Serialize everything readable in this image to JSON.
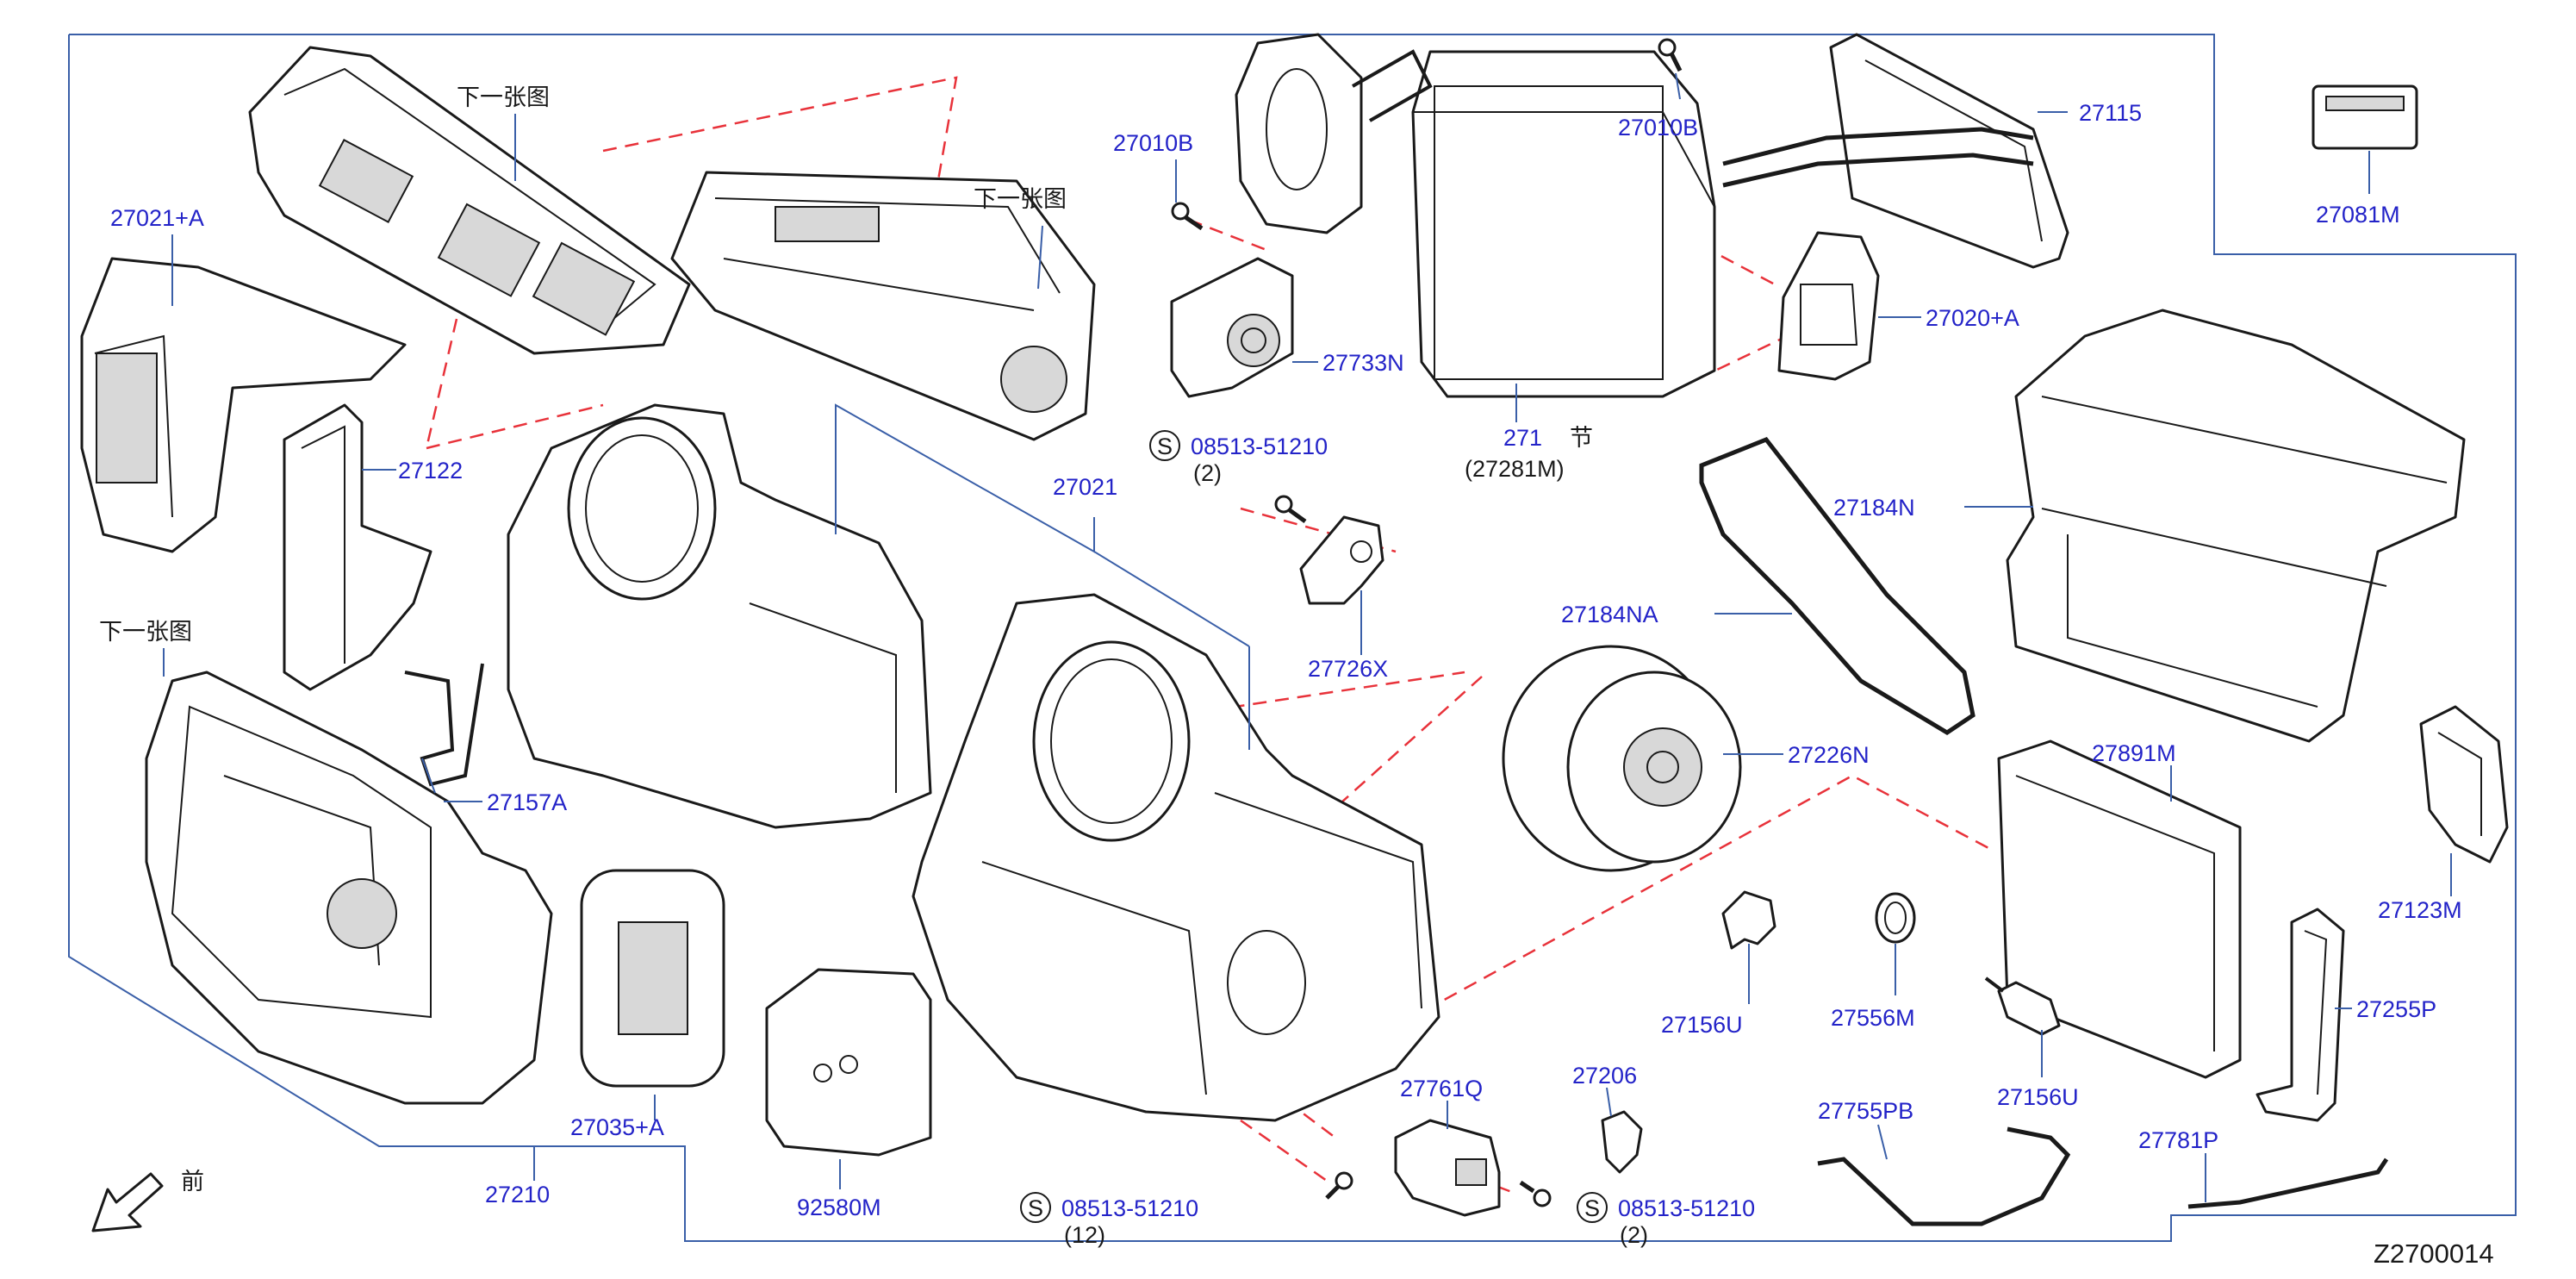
{
  "diagram_code": "Z2700014",
  "front_label": "前",
  "note_label": "节",
  "parts": {
    "p27021A": "27021+A",
    "p27122": "27122",
    "p27157A": "27157A",
    "p27210": "27210",
    "p27035A": "27035+A",
    "p92580M": "92580M",
    "p27021": "27021",
    "p27010B_left": "27010B",
    "p27733N": "27733N",
    "p08513_top": "08513-51210",
    "p08513_top_qty": "(2)",
    "p27726X": "27726X",
    "p27010B_right": "27010B",
    "p271": "271",
    "p27281M": "(27281M)",
    "p27115": "27115",
    "p27020A": "27020+A",
    "p27081M": "27081M",
    "p27184N": "27184N",
    "p27184NA": "27184NA",
    "p27226N": "27226N",
    "p27891M": "27891M",
    "p27123M": "27123M",
    "p27255P": "27255P",
    "p27156U_a": "27156U",
    "p27556M": "27556M",
    "p27156U_b": "27156U",
    "p27755PB": "27755PB",
    "p27781P": "27781P",
    "p27761Q": "27761Q",
    "p27206": "27206",
    "p08513_bl": "08513-51210",
    "p08513_bl_qty": "(12)",
    "p08513_br": "08513-51210",
    "p08513_br_qty": "(2)"
  },
  "see_next_labels": [
    "下一张图",
    "下一张图",
    "下一张图"
  ],
  "screw_marker": "S"
}
